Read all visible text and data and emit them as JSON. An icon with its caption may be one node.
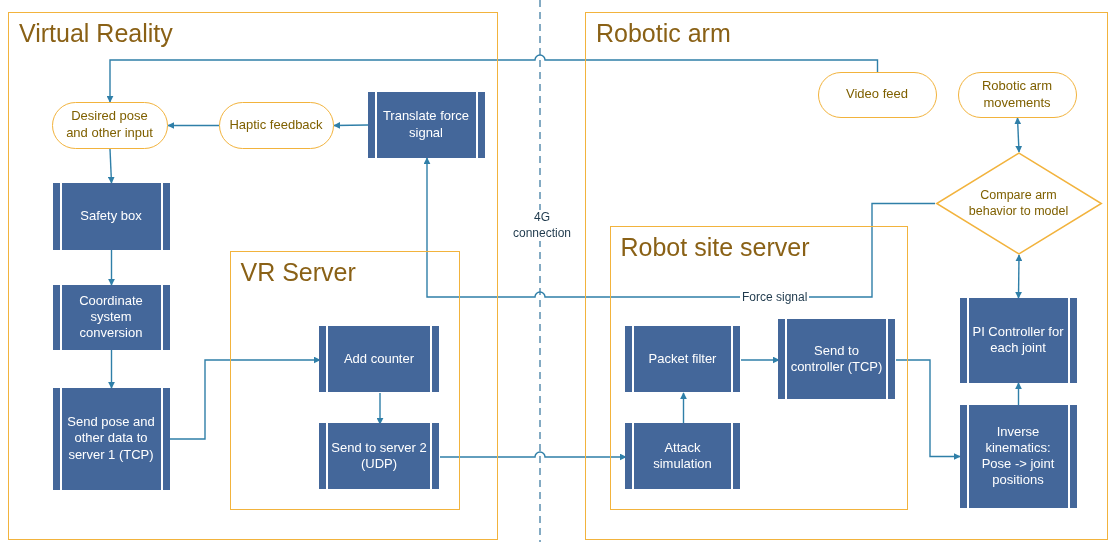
{
  "diagram": {
    "nodes": [
      {
        "text": [
          "Virtual Reality"
        ]
      },
      {
        "text": [
          "Desired pose and other input"
        ],
        "in": 0
      },
      {
        "text": [
          "Haptic feedback"
        ],
        "in": 0
      },
      {
        "text": [
          "Translate force signal"
        ],
        "in": 0
      },
      {
        "text": [
          "Safety box"
        ],
        "in": 0
      },
      {
        "text": [
          "Coordinate system conversion"
        ],
        "in": 0
      },
      {
        "text": [
          "Send pose and other data to server 1 (TCP)"
        ],
        "in": 0
      },
      {
        "text": [
          "VR Server"
        ],
        "in": 0
      },
      {
        "text": [
          "Add counter"
        ],
        "in": 7
      },
      {
        "text": [
          "Send to server 2 (UDP)"
        ],
        "in": 7
      },
      {
        "text": [
          "Robotic arm"
        ]
      },
      {
        "text": [
          "Video feed"
        ],
        "in": 10
      },
      {
        "text": [
          "Robotic arm movements"
        ],
        "in": 10
      },
      {
        "text": [
          "Compare arm behavior to model"
        ],
        "in": 10
      },
      {
        "text": [
          "Robot site server"
        ],
        "in": 10
      },
      {
        "text": [
          "Packet filter"
        ],
        "in": 14
      },
      {
        "text": [
          "Send to controller (TCP)"
        ],
        "in": 14
      },
      {
        "text": [
          "Attack simulation"
        ],
        "in": 14
      },
      {
        "text": [
          "PI Controller for each joint"
        ],
        "in": 10
      },
      {
        "text": [
          "Inverse kinematics: Pose -> joint positions"
        ],
        "in": 10
      }
    ],
    "edges": [
      {
        "from": 11,
        "to": 1,
        "arrow": "to"
      },
      {
        "from": 2,
        "to": 1,
        "arrow": "to"
      },
      {
        "from": 3,
        "to": 2,
        "arrow": "to"
      },
      {
        "from": 1,
        "to": 4,
        "arrow": "to"
      },
      {
        "from": 4,
        "to": 5,
        "arrow": "to"
      },
      {
        "from": 5,
        "to": 6,
        "arrow": "to"
      },
      {
        "from": 6,
        "to": 8,
        "arrow": "to"
      },
      {
        "from": 8,
        "to": 9,
        "arrow": "to"
      },
      {
        "from": 9,
        "to": 17,
        "arrow": "to"
      },
      {
        "from": 17,
        "to": 15,
        "arrow": "to"
      },
      {
        "from": 15,
        "to": 16,
        "arrow": "to"
      },
      {
        "from": 16,
        "to": 19,
        "arrow": "to"
      },
      {
        "from": 19,
        "to": 18,
        "arrow": "to"
      },
      {
        "from": 18,
        "to": 13,
        "arrow": "both"
      },
      {
        "from": 13,
        "to": 12,
        "arrow": "both"
      },
      {
        "from": 13,
        "to": 3,
        "arrow": "to",
        "label": "Force signal"
      }
    ],
    "labels": [
      "4G connection"
    ]
  }
}
